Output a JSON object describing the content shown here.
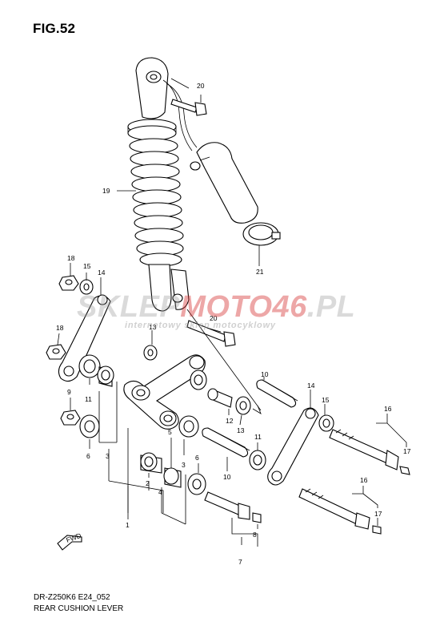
{
  "figure": {
    "label": "FIG.52",
    "model_code": "DR-Z250K6 E24_052",
    "title": "REAR CUSHION LEVER"
  },
  "watermark": {
    "brand_part1": "SKLEP",
    "brand_part2": "MOTO",
    "brand_part3": "46",
    "brand_part4": ".PL",
    "tagline": "internetowy sklep motocyklowy",
    "accent_color": "#d63c3c"
  },
  "callouts": {
    "c20a": "20",
    "c19": "19",
    "c21": "21",
    "c18a": "18",
    "c15a": "15",
    "c14a": "14",
    "c18b": "18",
    "c13a": "13",
    "c20b": "20",
    "c9": "9",
    "c11a": "11",
    "c3a": "3",
    "c6a": "6",
    "c10a": "10",
    "c14b": "14",
    "c15b": "15",
    "c16a": "16",
    "c12": "12",
    "c13b": "13",
    "c11b": "11",
    "c17a": "17",
    "c5": "5",
    "c3b": "3",
    "c6b": "6",
    "c10b": "10",
    "c2": "2",
    "c4": "4",
    "c1": "1",
    "c16b": "16",
    "c17b": "17",
    "c8": "8",
    "c7": "7"
  },
  "front_arrow_label": "FWD"
}
